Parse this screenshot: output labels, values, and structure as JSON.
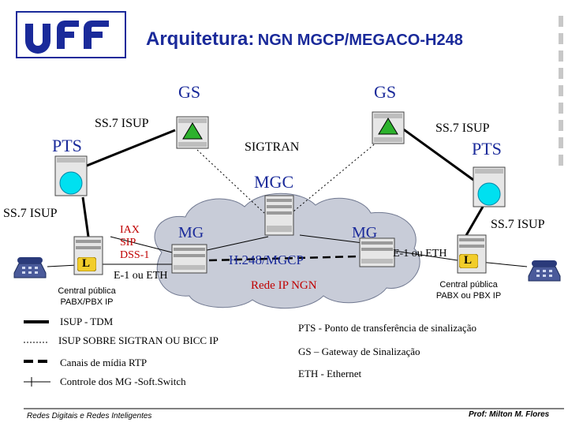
{
  "title": {
    "main": "Arquitetura:",
    "sub": "NGN MGCP/MEGACO-H248"
  },
  "labels": {
    "gs_left": "GS",
    "gs_right": "GS",
    "pts_left": "PTS",
    "pts_right": "PTS",
    "mgc": "MGC",
    "mg_left": "MG",
    "mg_right": "MG",
    "ss7_top_left": "SS.7 ISUP",
    "ss7_top_right": "SS.7 ISUP",
    "ss7_mid_left": "SS.7 ISUP",
    "ss7_mid_right": "SS.7 ISUP",
    "sigtran": "SIGTRAN",
    "iax": "IAX",
    "sip": "SIP",
    "dss1": "DSS-1",
    "e1_left": "E-1 ou ETH",
    "e1_right": "E-1 ou ETH",
    "h248": "H.248/MGCP",
    "rede_ip": "Rede IP NGN",
    "l_left": "L",
    "l_right": "L",
    "central_left_1": "Central pública",
    "central_left_2": "PABX/PBX IP",
    "central_right_1": "Central pública",
    "central_right_2": "PABX ou PBX IP"
  },
  "legend": {
    "tdm": "ISUP -  TDM",
    "sigtran": "ISUP  SOBRE SIGTRAN OU BICC IP",
    "rtp": "Canais de mídia RTP",
    "softswitch": "Controle dos MG -Soft.Switch",
    "pts_def": "PTS - Ponto de transferência de sinalização",
    "gs_def": "GS – Gateway de Sinalização",
    "eth_def": "ETH - Ethernet"
  },
  "footer": {
    "left": "Redes Digitais e Redes Inteligentes",
    "right": "Prof: Milton M. Flores"
  },
  "colors": {
    "accent": "#1a2a9a",
    "ip_cloud": "#c8ccd8",
    "pts_disk": "#00e0f0",
    "gs_triangle": "#2db22d",
    "l_badge": "#f2cd2a",
    "legend_red": "#c00000"
  }
}
